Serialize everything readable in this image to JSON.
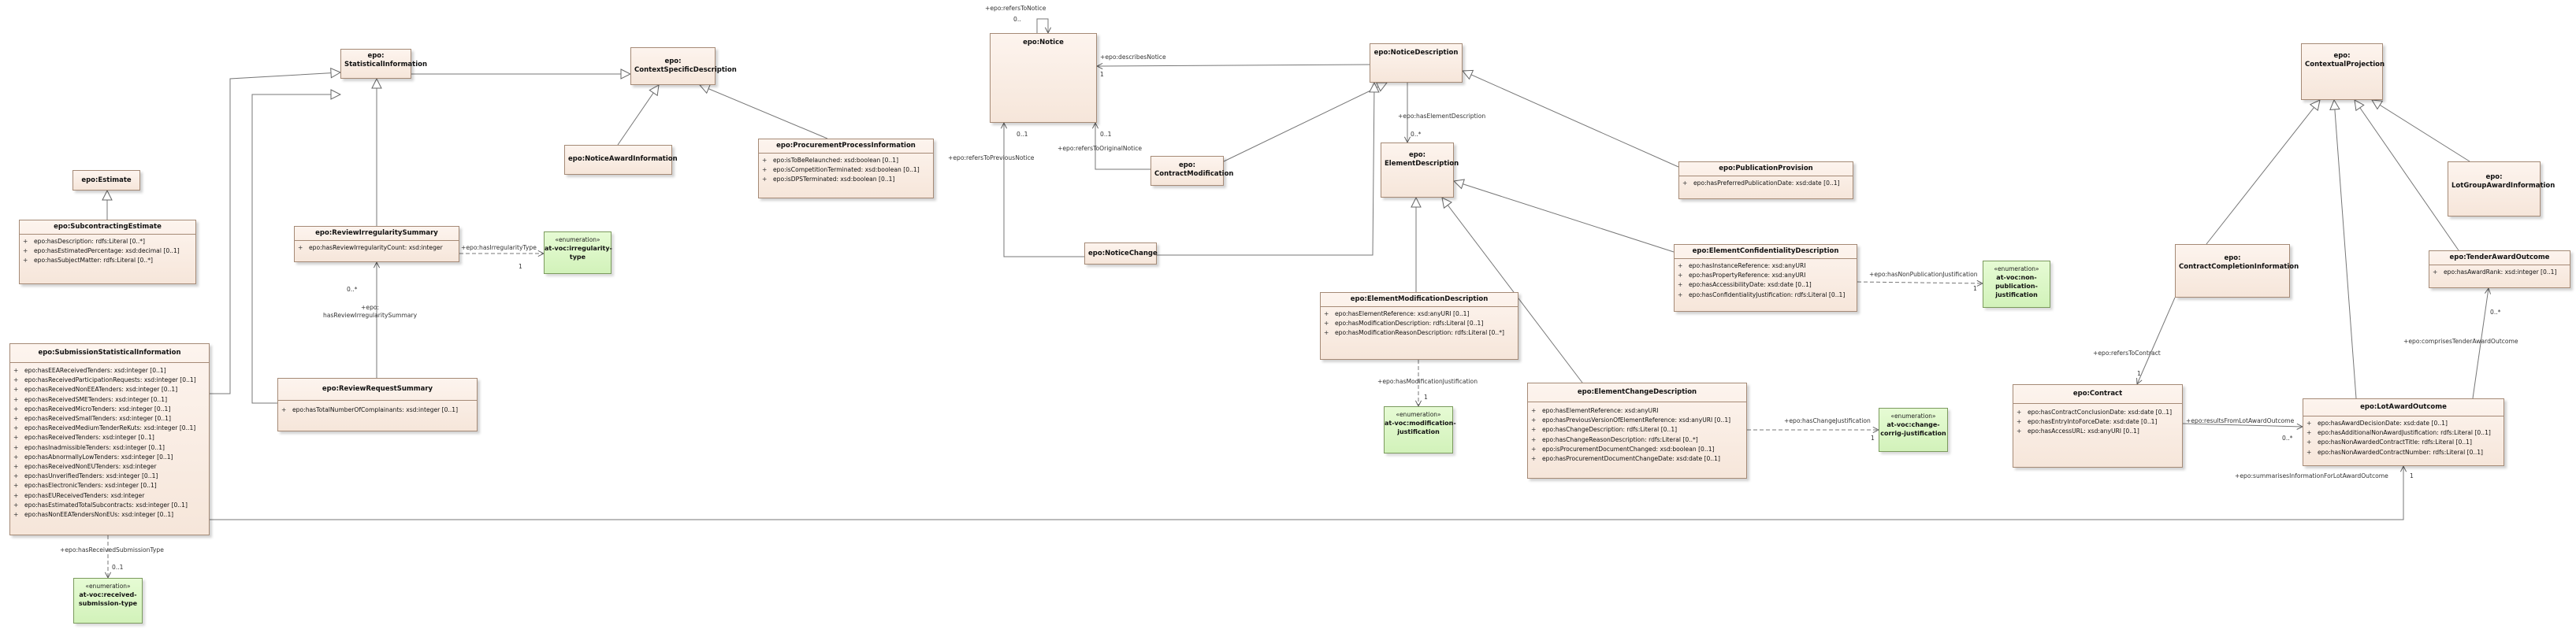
{
  "classes": {
    "statisticalInformation": {
      "name": "epo:\nStatisticalInformation"
    },
    "contextSpecificDescription": {
      "name": "epo:\nContextSpecificDescription"
    },
    "notice": {
      "name": "epo:Notice"
    },
    "noticeDescription": {
      "name": "epo:NoticeDescription"
    },
    "contextualProjection": {
      "name": "epo:\nContextualProjection"
    },
    "estimate": {
      "name": "epo:Estimate"
    },
    "subcontractingEstimate": {
      "name": "epo:SubcontractingEstimate",
      "attrs": [
        "epo:hasDescription: rdfs:Literal [0..*]",
        "epo:hasEstimatedPercentage: xsd:decimal [0..1]",
        "epo:hasSubjectMatter: rdfs:Literal [0..*]"
      ]
    },
    "noticeAwardInformation": {
      "name": "epo:NoticeAwardInformation"
    },
    "procurementProcessInformation": {
      "name": "epo:ProcurementProcessInformation",
      "attrs": [
        "epo:isToBeRelaunched: xsd:boolean [0..1]",
        "epo:isCompetitionTerminated: xsd:boolean [0..1]",
        "epo:isDPSTerminated: xsd:boolean [0..1]"
      ]
    },
    "contractModification": {
      "name": "epo:\nContractModification"
    },
    "elementDescription": {
      "name": "epo:\nElementDescription"
    },
    "publicationProvision": {
      "name": "epo:PublicationProvision",
      "attrs": [
        "epo:hasPreferredPublicationDate: xsd:date [0..1]"
      ]
    },
    "lotGroupAwardInformation": {
      "name": "epo:\nLotGroupAwardInformation"
    },
    "reviewIrregularitySummary": {
      "name": "epo:ReviewIrregularitySummary",
      "attrs": [
        "epo:hasReviewIrregularityCount: xsd:integer"
      ]
    },
    "noticeChange": {
      "name": "epo:NoticeChange"
    },
    "elementConfidentialityDescription": {
      "name": "epo:ElementConfidentialityDescription",
      "attrs": [
        "epo:hasInstanceReference: xsd:anyURI",
        "epo:hasPropertyReference: xsd:anyURI",
        "epo:hasAccessibilityDate: xsd:date [0..1]",
        "epo:hasConfidentialityJustification: rdfs:Literal [0..1]"
      ]
    },
    "contractCompletionInformation": {
      "name": "epo:\nContractCompletionInformation"
    },
    "tenderAwardOutcome": {
      "name": "epo:TenderAwardOutcome",
      "attrs": [
        "epo:hasAwardRank: xsd:integer [0..1]"
      ]
    },
    "elementModificationDescription": {
      "name": "epo:ElementModificationDescription",
      "attrs": [
        "epo:hasElementReference: xsd:anyURI [0..1]",
        "epo:hasModificationDescription: rdfs:Literal [0..1]",
        "epo:hasModificationReasonDescription: rdfs:Literal [0..*]"
      ]
    },
    "submissionStatisticalInformation": {
      "name": "epo:SubmissionStatisticalInformation",
      "attrs": [
        "epo:hasEEAReceivedTenders: xsd:integer [0..1]",
        "epo:hasReceivedParticipationRequests: xsd:integer [0..1]",
        "epo:hasReceivedNonEEATenders: xsd:integer [0..1]",
        "epo:hasReceivedSMETenders: xsd:integer [0..1]",
        "epo:hasReceivedMicroTenders: xsd:integer [0..1]",
        "epo:hasReceivedSmallTenders: xsd:integer [0..1]",
        "epo:hasReceivedMediumTenderReKuts: xsd:integer [0..1]",
        "epo:hasReceivedTenders: xsd:integer [0..1]",
        "epo:hasInadmissibleTenders: xsd:integer [0..1]",
        "epo:hasAbnormallyLowTenders: xsd:integer [0..1]",
        "epo:hasReceivedNonEUTenders: xsd:integer",
        "epo:hasUnverifiedTenders: xsd:integer [0..1]",
        "epo:hasElectronicTenders: xsd:integer [0..1]",
        "epo:hasEUReceivedTenders: xsd:integer",
        "epo:hasEstimatedTotalSubcontracts: xsd:integer [0..1]",
        "epo:hasNonEEATendersNonEUs: xsd:integer [0..1]"
      ]
    },
    "reviewRequestSummary": {
      "name": "epo:ReviewRequestSummary",
      "attrs": [
        "epo:hasTotalNumberOfComplainants: xsd:integer [0..1]"
      ]
    },
    "elementChangeDescription": {
      "name": "epo:ElementChangeDescription",
      "attrs": [
        "epo:hasElementReference: xsd:anyURI",
        "epo:hasPreviousVersionOfElementReference: xsd:anyURI [0..1]",
        "epo:hasChangeDescription: rdfs:Literal [0..1]",
        "epo:hasChangeReasonDescription: rdfs:Literal [0..*]",
        "epo:isProcurementDocumentChanged: xsd:boolean [0..1]",
        "epo:hasProcurementDocumentChangeDate: xsd:date [0..1]"
      ]
    },
    "contract": {
      "name": "epo:Contract",
      "attrs": [
        "epo:hasContractConclusionDate: xsd:date [0..1]",
        "epo:hasEntryIntoForceDate: xsd:date [0..1]",
        "epo:hasAccessURL: xsd:anyURI [0..1]"
      ]
    },
    "lotAwardOutcome": {
      "name": "epo:LotAwardOutcome",
      "attrs": [
        "epo:hasAwardDecisionDate: xsd:date [0..1]",
        "epo:hasAdditionalNonAwardJustification: rdfs:Literal [0..1]",
        "epo:hasNonAwardedContractTitle: rdfs:Literal [0..1]",
        "epo:hasNonAwardedContractNumber: rdfs:Literal [0..1]"
      ]
    }
  },
  "enums": {
    "irregularityType": {
      "stereotype": "«enumeration»",
      "name": "at-voc:irregularity-\ntype"
    },
    "nonPublicationJustification": {
      "stereotype": "«enumeration»",
      "name": "at-voc:non-\npublication-\njustification"
    },
    "modificationJustification": {
      "stereotype": "«enumeration»",
      "name": "at-voc:modification-\njustification"
    },
    "changeCorrigJustification": {
      "stereotype": "«enumeration»",
      "name": "at-voc:change-\ncorrig-justification"
    },
    "receivedSubmissionType": {
      "stereotype": "«enumeration»",
      "name": "at-voc:received-\nsubmission-type"
    }
  },
  "labels": {
    "refersToNotice": "+epo:refersToNotice",
    "refersToNoticeMult": "0..",
    "describesNotice": "+epo:describesNotice",
    "describesNoticeMult": "1",
    "refersToPreviousNotice": "+epo:refersToPreviousNotice",
    "refersToPreviousNoticeMult": "0..1",
    "refersToOriginalNotice": "+epo:refersToOriginalNotice",
    "refersToOriginalNoticeMult": "0..1",
    "hasElementDescription": "+epo:hasElementDescription",
    "hasElementDescriptionMult": "0..*",
    "hasIrregularityType": "+epo:hasIrregularityType",
    "hasIrregularityTypeMult": "1",
    "hasReviewIrregularitySummary": "+epo:\nhasReviewIrregularitySummary",
    "hasReviewIrregularitySummaryMult": "0..*",
    "hasNonPublicationJustification": "+epo:hasNonPublicationJustification",
    "hasNonPublicationJustificationMult": "1",
    "hasModificationJustification": "+epo:hasModificationJustification",
    "hasModificationJustificationMult": "1",
    "hasChangeJustification": "+epo:hasChangeJustification",
    "hasChangeJustificationMult": "1",
    "refersToContract": "+epo:refersToContract",
    "refersToContractMult": "1",
    "resultsFromLotAwardOutcome": "+epo:resultsFromLotAwardOutcome",
    "resultsFromLotAwardOutcomeMult": "0..*",
    "comprisesTenderAwardOutcome": "+epo:comprisesTenderAwardOutcome",
    "comprisesTenderAwardOutcomeMult": "0..*",
    "summarisesInformationForLotAwardOutcome": "+epo:summarisesInformationForLotAwardOutcome",
    "summarisesMult": "1",
    "hasReceivedSubmissionType": "+epo:hasReceivedSubmissionType",
    "hasReceivedSubmissionTypeMult": "0..1"
  }
}
